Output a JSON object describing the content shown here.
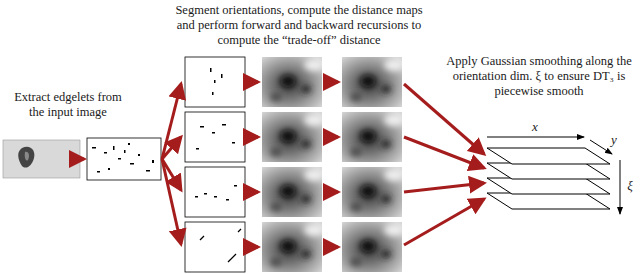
{
  "diagram": {
    "labels": [
      "Segment orientations, compute the distance maps and perform forward and backward recursions to compute the “trade-off” distance",
      "Extract edgelets from the input image",
      "Apply Gaussian smoothing along the orientation dim. ξ to ensure DT₃ is piecewise smooth",
      "x",
      "y",
      "ξ"
    ]
  }
}
